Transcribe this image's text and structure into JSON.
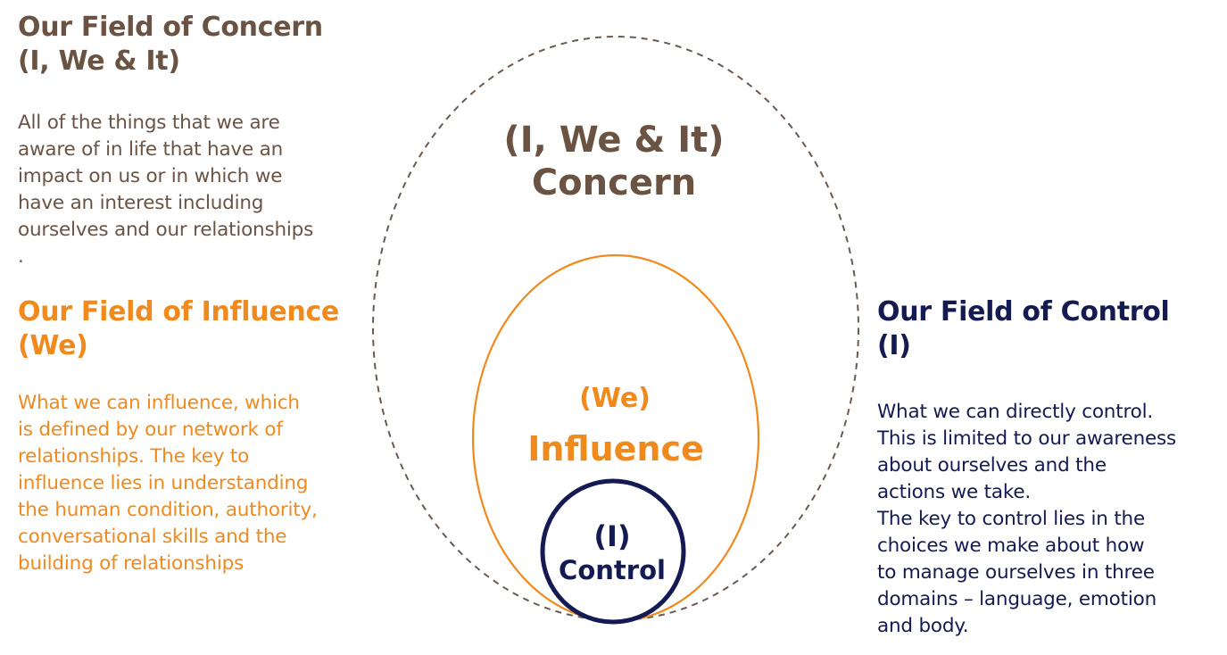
{
  "colors": {
    "concern": "#6b5344",
    "influence": "#f08a1c",
    "control": "#141a52",
    "dash": "#6b5a50"
  },
  "concern": {
    "heading_line1": "Our Field of Concern",
    "heading_line2": "(I, We & It)",
    "body": "All of the things that we are\naware of in life that have an\nimpact on us or in which we\nhave an interest including\nourselves and our relationships\n.",
    "diagram_label_line1": "(I, We & It)",
    "diagram_label_line2": "Concern"
  },
  "influence": {
    "heading_line1": "Our Field of Influence",
    "heading_line2": "(We)",
    "body": "What we can influence, which\nis defined by our network of\nrelationships. The key to\ninfluence lies in understanding\nthe human condition, authority,\nconversational skills and the\nbuilding of relationships",
    "diagram_label_line1": "(We)",
    "diagram_label_line2": "Influence"
  },
  "control": {
    "heading_line1": "Our Field of Control",
    "heading_line2": "(I)",
    "body": "What we can directly control.\nThis is limited to our awareness\nabout ourselves and the\nactions we take.\nThe key to control lies in the\nchoices we make about how\nto manage ourselves in three\ndomains – language, emotion\nand body.",
    "diagram_label_line1": "(I)",
    "diagram_label_line2": "Control"
  }
}
